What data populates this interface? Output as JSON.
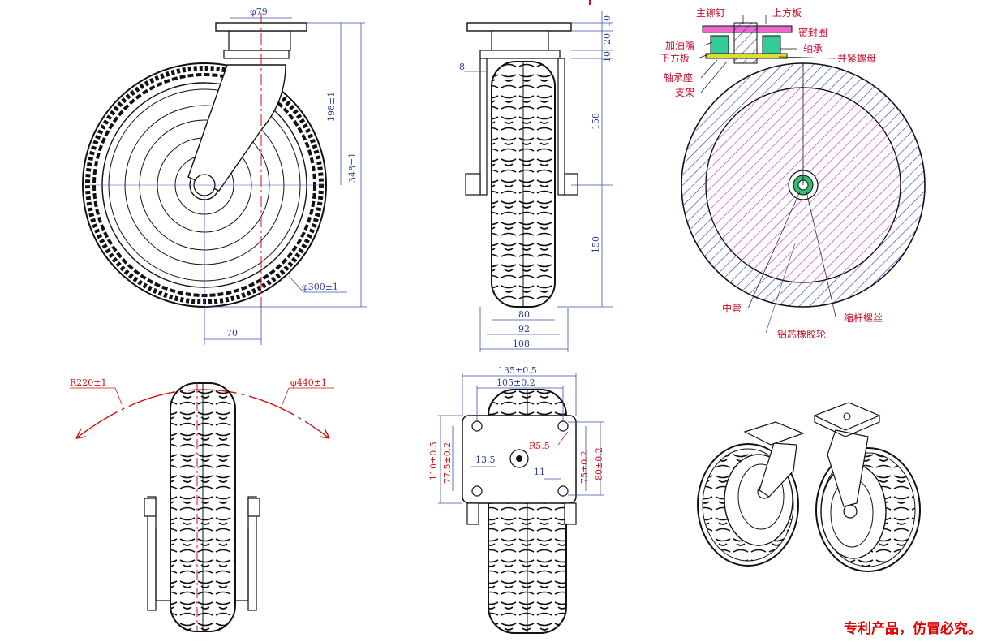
{
  "dims": {
    "top_plate_dia": "φ79",
    "offset_height": "198±1",
    "overall_height": "348±1",
    "wheel_dia": "φ300±1",
    "swivel_offset": "70",
    "front_10a": "10",
    "front_20": "20",
    "front_10b": "10",
    "front_8": "8",
    "front_158": "158",
    "front_150": "150",
    "front_80": "80",
    "front_92": "92",
    "front_108": "108",
    "turn_radius": "R220±1",
    "turn_dia": "φ440±1",
    "plate_w_outer": "135±0.5",
    "plate_w_inner": "105±0.2",
    "plate_h_outer": "110±0.5",
    "plate_h_inner": "77.5±0.2",
    "hole_r": "R5.5",
    "edge_13": "13.5",
    "edge_11": "11",
    "right_75": "75±0.2",
    "right_80": "80±0.2"
  },
  "parts": {
    "main_rivet": "主铆钉",
    "upper_plate": "上方板",
    "seal_ring": "密封圈",
    "grease_nipple": "加油嘴",
    "bearing": "轴承",
    "lower_plate": "下方板",
    "lock_nut": "并紧螺母",
    "bearing_seat": "轴承座",
    "bracket": "支架",
    "center_tube": "中管",
    "shrink_bolt": "缩杆螺丝",
    "wheel_core": "铝芯橡胶轮"
  },
  "notice": "专利产品，仿冒必究。",
  "colors": {
    "dim": "#2b3f94",
    "label": "#c8102e",
    "hatch_blue": "#2233cc",
    "hatch_magenta": "#cc22cc",
    "notice": "#e00000"
  }
}
